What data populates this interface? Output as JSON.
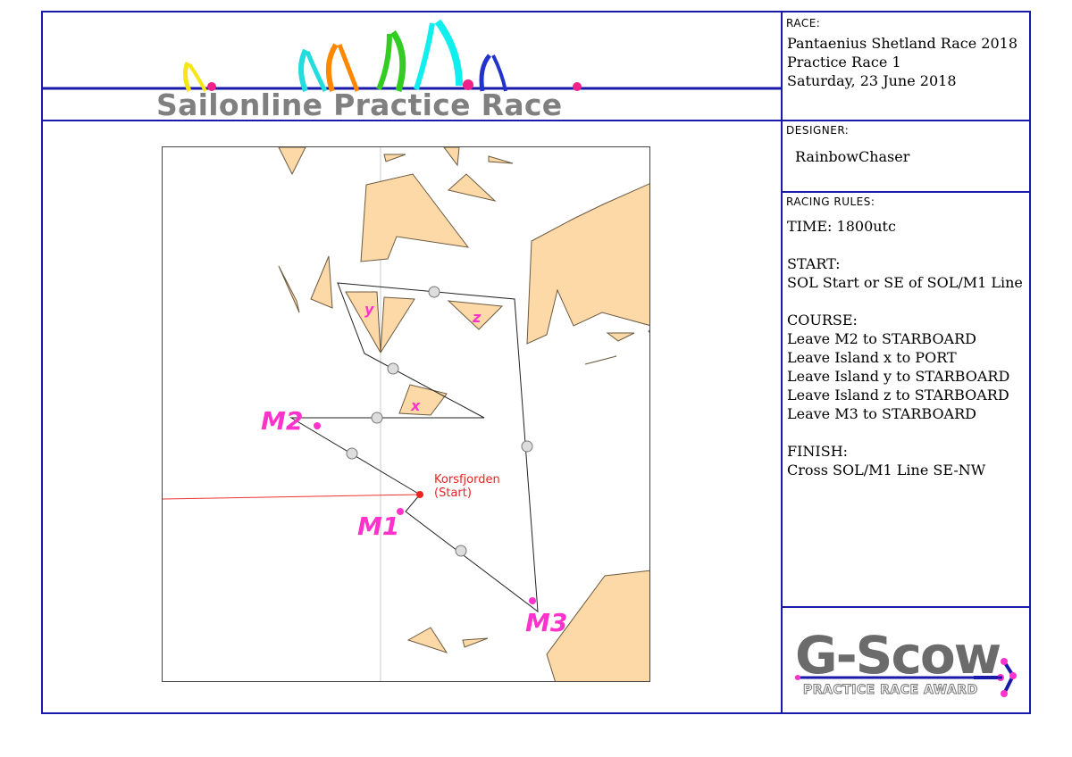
{
  "banner": {
    "title": "Sailonline Practice Race",
    "sail_colors": [
      "#f5e614",
      "#22dddd",
      "#ff8800",
      "#33cc22",
      "#11eeee",
      "#2233cc"
    ],
    "accent_dot_color": "#ee2288",
    "line_color": "#1a1aaa"
  },
  "race": {
    "label": "RACE:",
    "lines": [
      "Pantaenius Shetland Race 2018",
      "Practice Race 1",
      "Saturday, 23 June 2018"
    ]
  },
  "designer": {
    "label": "DESIGNER:",
    "name": "RainbowChaser"
  },
  "rules": {
    "label": "RACING RULES:",
    "time": "TIME: 1800utc",
    "start_heading": "START:",
    "start_text": "SOL Start or SE of SOL/M1 Line",
    "course_heading": "COURSE:",
    "course_lines": [
      "Leave M2 to STARBOARD",
      "Leave Island x to PORT",
      "Leave Island y to STARBOARD",
      "Leave Island z to STARBOARD",
      "Leave M3 to STARBOARD"
    ],
    "finish_heading": "FINISH:",
    "finish_text": "Cross SOL/M1 Line SE-NW"
  },
  "map": {
    "land_color": "#fdd9a8",
    "mark_color": "#ff33cc",
    "start_color": "#ee2222",
    "marks": [
      {
        "id": "M1",
        "label": "M1"
      },
      {
        "id": "M2",
        "label": "M2"
      },
      {
        "id": "M3",
        "label": "M3"
      }
    ],
    "islands": [
      {
        "id": "x",
        "label": "x"
      },
      {
        "id": "y",
        "label": "y"
      },
      {
        "id": "z",
        "label": "z"
      }
    ],
    "start": {
      "name": "Korsfjorden",
      "sub": "(Start)"
    }
  },
  "award": {
    "title": "G-Scow",
    "subtitle": "PRACTICE RACE AWARD"
  }
}
